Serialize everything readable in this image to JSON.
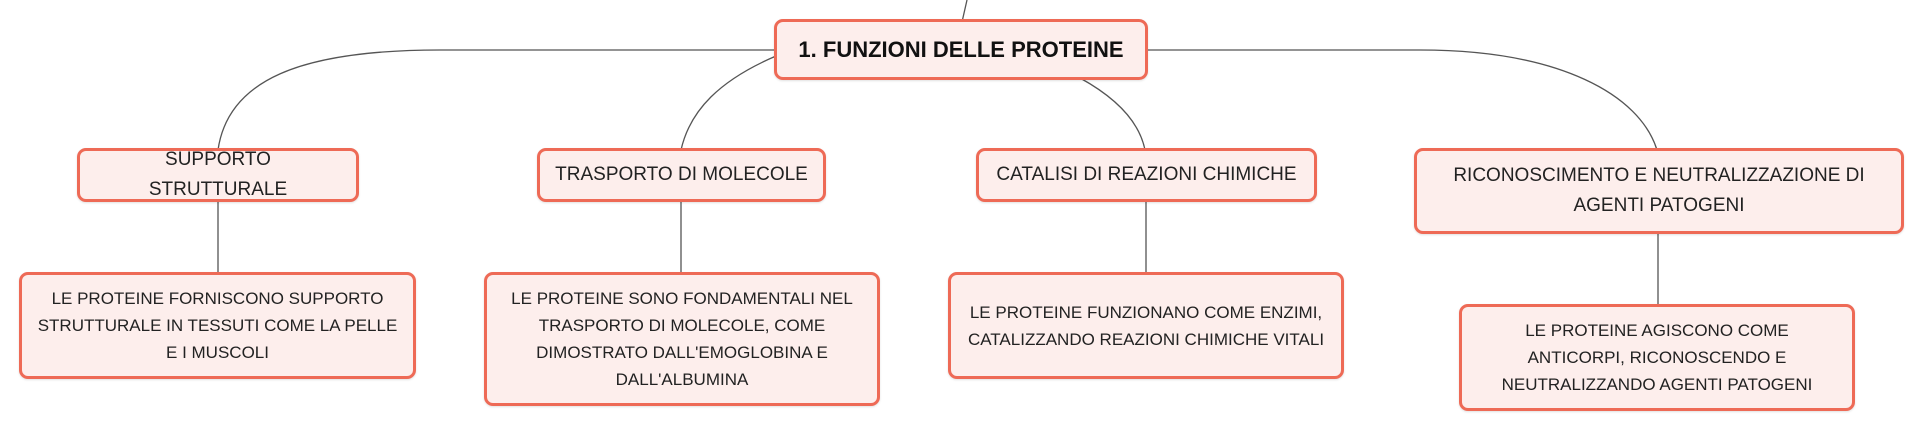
{
  "root": {
    "label": "1. FUNZIONI DELLE PROTEINE"
  },
  "topics": [
    {
      "label": "SUPPORTO STRUTTURALE",
      "detail": "LE PROTEINE FORNISCONO SUPPORTO STRUTTURALE IN TESSUTI COME LA PELLE E I MUSCOLI"
    },
    {
      "label": "TRASPORTO DI MOLECOLE",
      "detail": "LE PROTEINE SONO FONDAMENTALI NEL TRASPORTO DI MOLECOLE, COME DIMOSTRATO DALL'EMOGLOBINA E DALL'ALBUMINA"
    },
    {
      "label": "CATALISI DI REAZIONI CHIMICHE",
      "detail": "LE PROTEINE FUNZIONANO COME ENZIMI, CATALIZZANDO REAZIONI CHIMICHE VITALI"
    },
    {
      "label": "RICONOSCIMENTO E NEUTRALIZZAZIONE DI AGENTI PATOGENI",
      "detail": "LE PROTEINE AGISCONO COME ANTICORPI, RICONOSCENDO E NEUTRALIZZANDO AGENTI PATOGENI"
    }
  ],
  "colors": {
    "node_border": "#ee6a56",
    "node_fill": "#fdeeec",
    "connector": "#555555"
  }
}
